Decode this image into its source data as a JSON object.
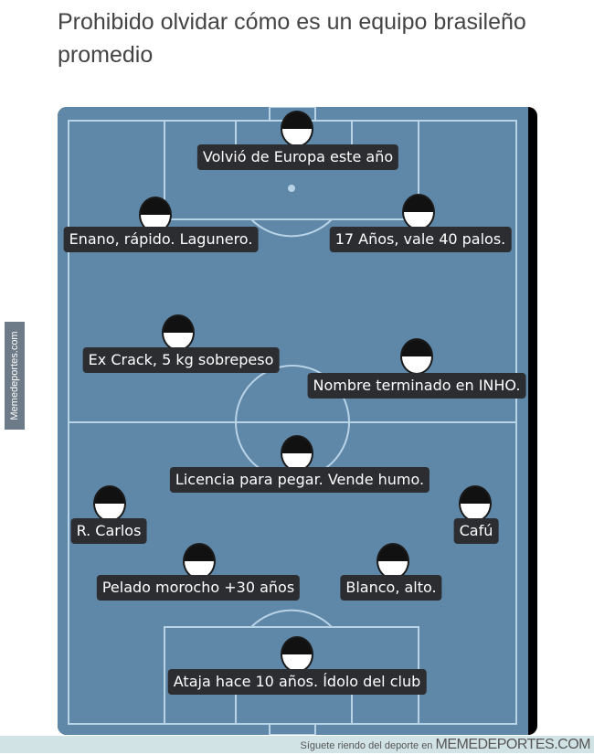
{
  "title": "Prohibido olvidar cómo es un equipo brasileño promedio",
  "side_watermark": "Memedeportes.com",
  "footer": {
    "text": "Síguete riendo del deporte en",
    "brand": "MEMEDEPORTES.COM"
  },
  "players": [
    {
      "label": "Volvió de Europa este año"
    },
    {
      "label": "Enano, rápido. Lagunero."
    },
    {
      "label": "17 Años, vale 40 palos."
    },
    {
      "label": "Ex Crack, 5 kg sobrepeso"
    },
    {
      "label": "Nombre terminado en INHO."
    },
    {
      "label": "Licencia para pegar. Vende humo."
    },
    {
      "label": "R. Carlos"
    },
    {
      "label": "Cafú"
    },
    {
      "label": "Pelado morocho +30 años"
    },
    {
      "label": "Blanco, alto."
    },
    {
      "label": "Ataja hace 10 años. Ídolo del club"
    }
  ],
  "colors": {
    "pitch": "#5f87a8",
    "lines": "#b9d3e6",
    "label_bg": "#2c2d31"
  }
}
